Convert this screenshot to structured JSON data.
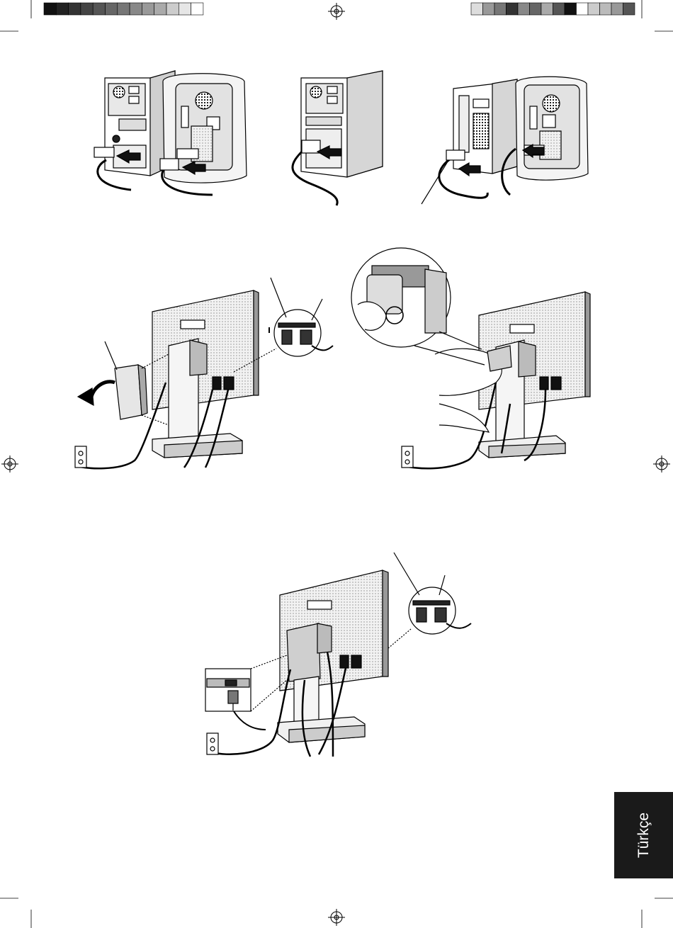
{
  "language_tab": {
    "label": "Türkçe",
    "color": "#1a1a1a"
  },
  "registration_strip_left": [
    "#111111",
    "#222222",
    "#333333",
    "#444444",
    "#555555",
    "#666666",
    "#777777",
    "#888888",
    "#999999",
    "#aaaaaa",
    "#cccccc",
    "#e6e6e6",
    "#ffffff"
  ],
  "registration_strip_right": [
    "#dddddd",
    "#999999",
    "#777777",
    "#333333",
    "#888888",
    "#666666",
    "#aaaaaa",
    "#555555",
    "#111111",
    "#ffffff",
    "#cccccc",
    "#bbbbbb",
    "#999999",
    "#555555"
  ],
  "figures": [
    {
      "name": "pc-tower-and-mac-cable-connection"
    },
    {
      "name": "pc-tower-cable-connection"
    },
    {
      "name": "pc-tower-mac-adapter-connection"
    },
    {
      "name": "monitor-rear-cable-cover-removal"
    },
    {
      "name": "monitor-cable-holder-clip"
    },
    {
      "name": "monitor-rear-power-connection"
    }
  ]
}
